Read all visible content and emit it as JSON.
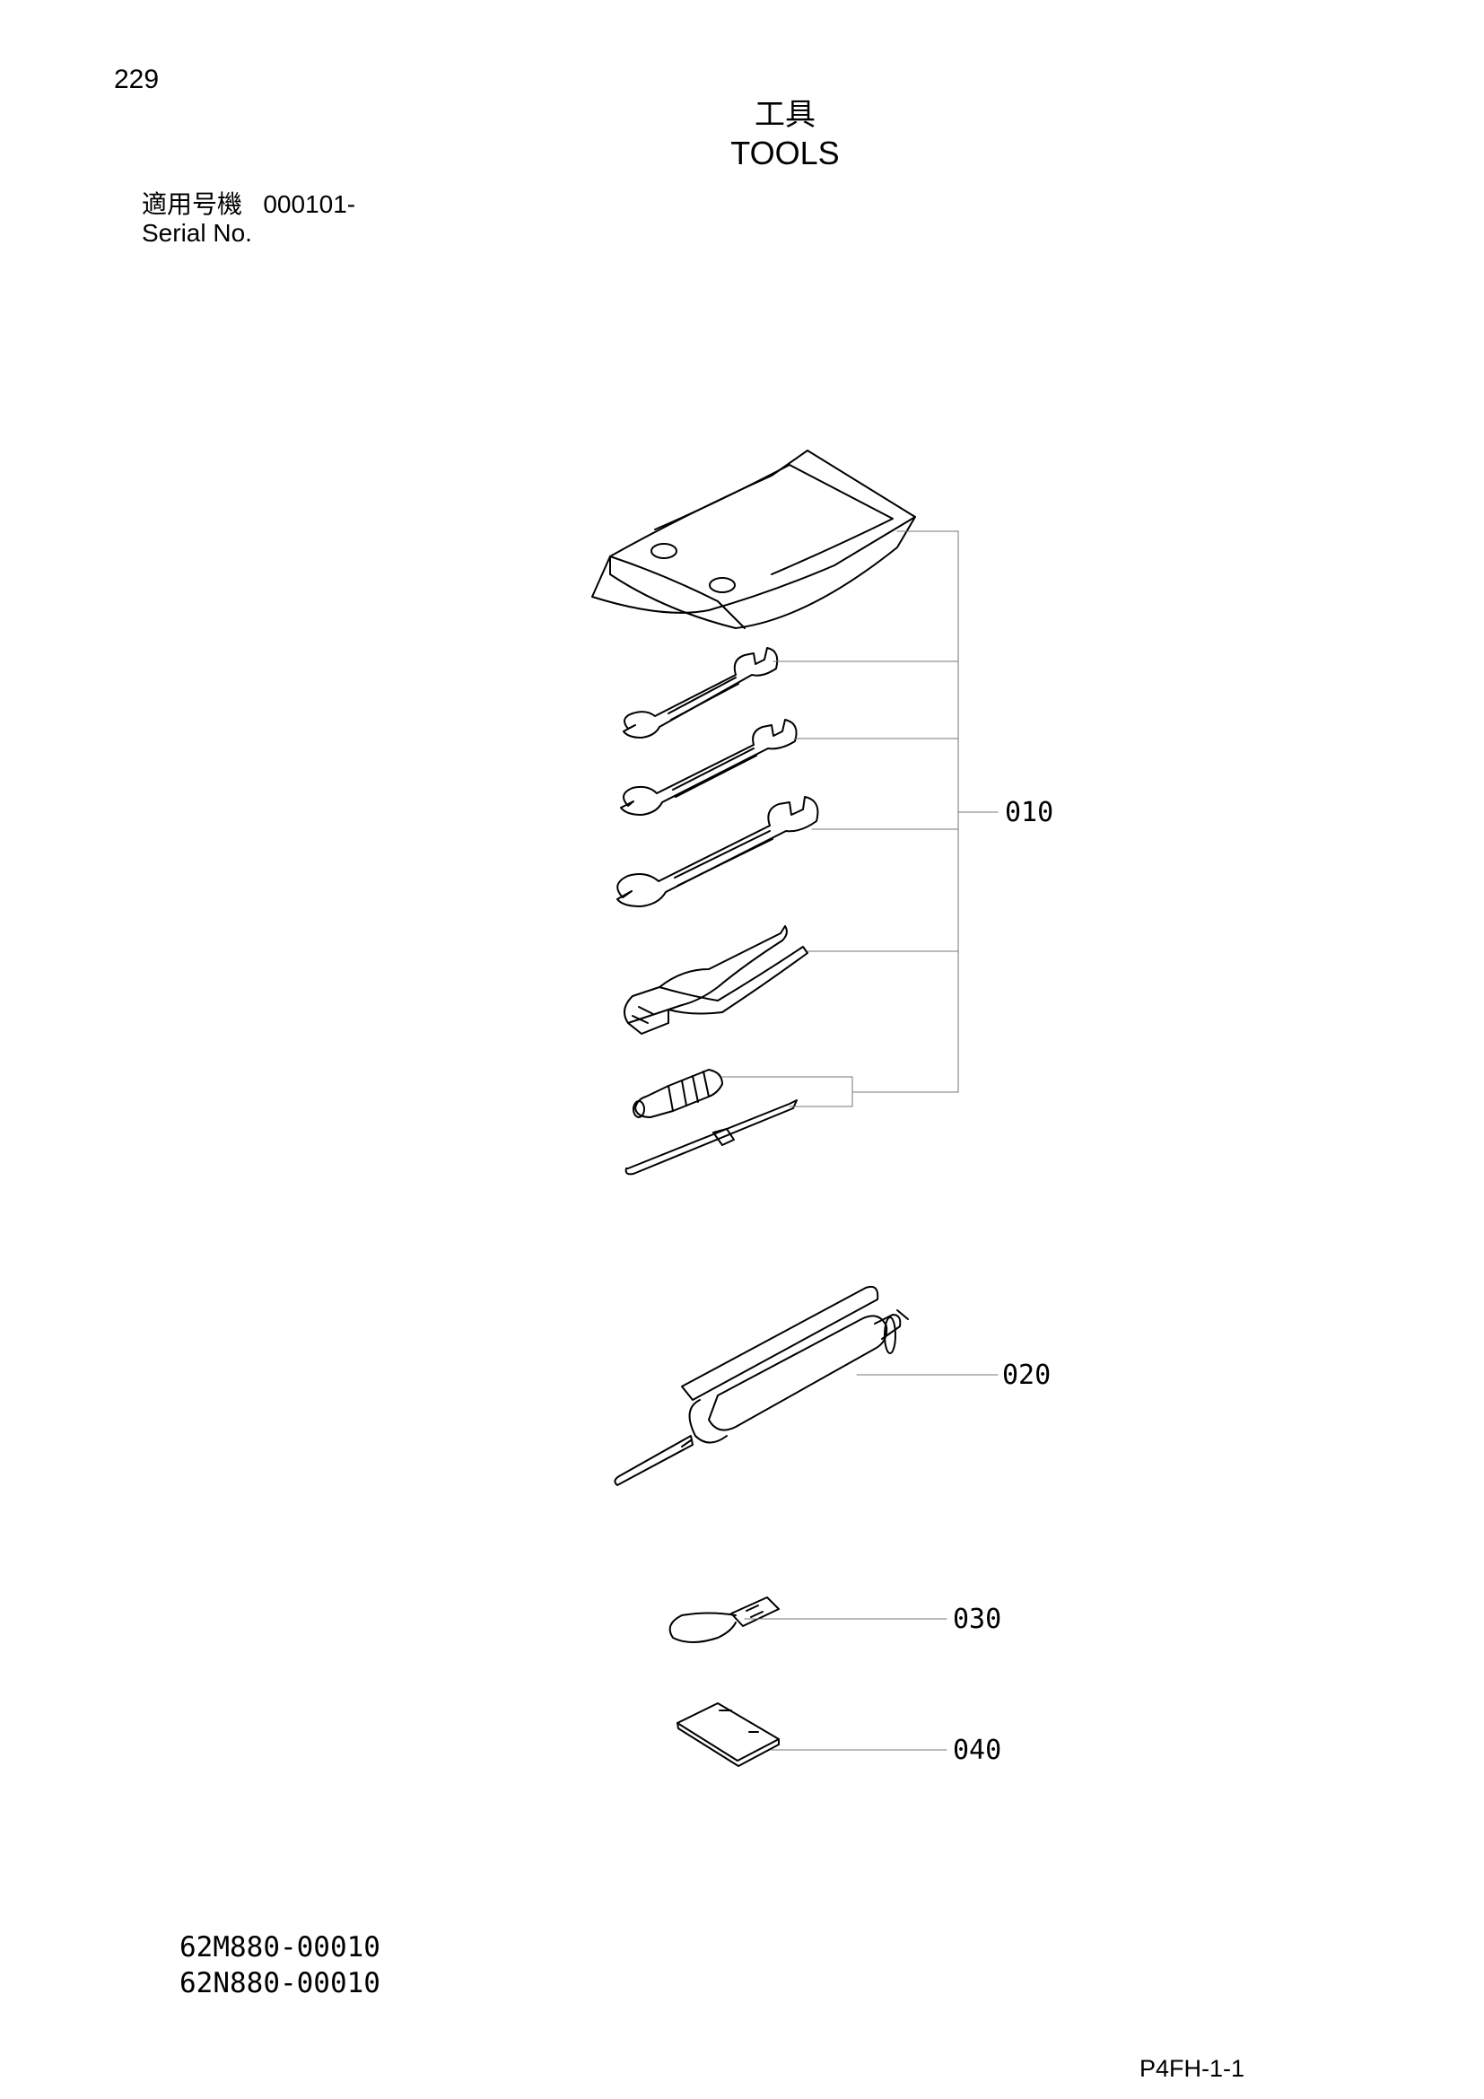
{
  "header": {
    "page_number": "229",
    "title_jp": "工具",
    "title_en": "TOOLS",
    "serial_label_jp": "適用号機",
    "serial_value": "000101-",
    "serial_label_en": "Serial No."
  },
  "callouts": [
    {
      "ref": "010",
      "icon": "tool-kit-group"
    },
    {
      "ref": "020",
      "icon": "grease-gun-icon"
    },
    {
      "ref": "030",
      "icon": "tag-icon"
    },
    {
      "ref": "040",
      "icon": "manual-booklet-icon"
    }
  ],
  "footer": {
    "part_codes": [
      "62M880-00010",
      "62N880-00010"
    ],
    "page_ref": "P4FH-1-1"
  }
}
